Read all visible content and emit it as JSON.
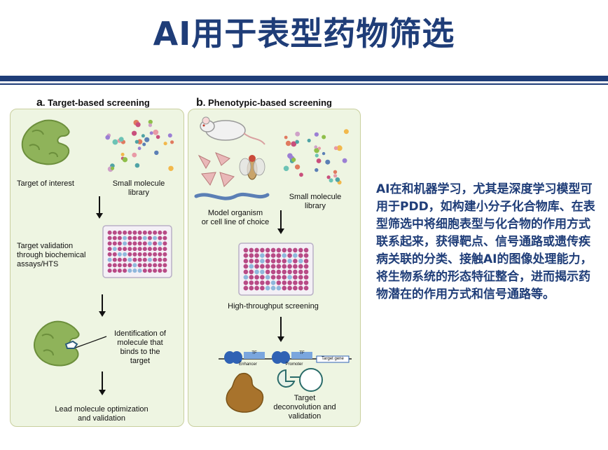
{
  "title": "AI用于表型药物筛选",
  "panel_a": {
    "letter": "a",
    "heading": ". Target-based screening",
    "target_label": "Target of interest",
    "library_label": "Small  molecule\nlibrary",
    "validation_label": "Target validation\nthrough biochemical\nassays/HTS",
    "identification_label": "Identification of\nmolecule that\nbinds to the\ntarget",
    "lead_label": "Lead molecule optimization\nand validation"
  },
  "panel_b": {
    "letter": "b",
    "heading": ". Phenotypic-based screening",
    "model_label": "Model organism\nor cell line of choice",
    "library_label": "Small molecule\nlibrary",
    "hts_label": "High-throughput screening",
    "tf1": "TF",
    "tf2": "TF",
    "enhancer": "Enhancer",
    "promoter": "Promoter",
    "target_gene": "Target gene",
    "deconv_label": "Target\ndeconvolution and\nvalidation"
  },
  "side_text": "AI在和机器学习，尤其是深度学习模型可用于PDD，如构建小分子化合物库、在表型筛选中将细胞表型与化合物的作用方式联系起来，获得靶点、信号通路或遗传疾病关联的分类、接触AI的图像处理能力，将生物系统的形态特征整合，进而揭示药物潜在的作用方式和信号通路等。",
  "colors": {
    "navy": "#1f3d78",
    "panel_bg": "#eef5e2",
    "protein_green": "#8fb35a",
    "well_pink": "#b84a86",
    "well_blue": "#8fb7dc",
    "brown_protein": "#a8732c"
  }
}
